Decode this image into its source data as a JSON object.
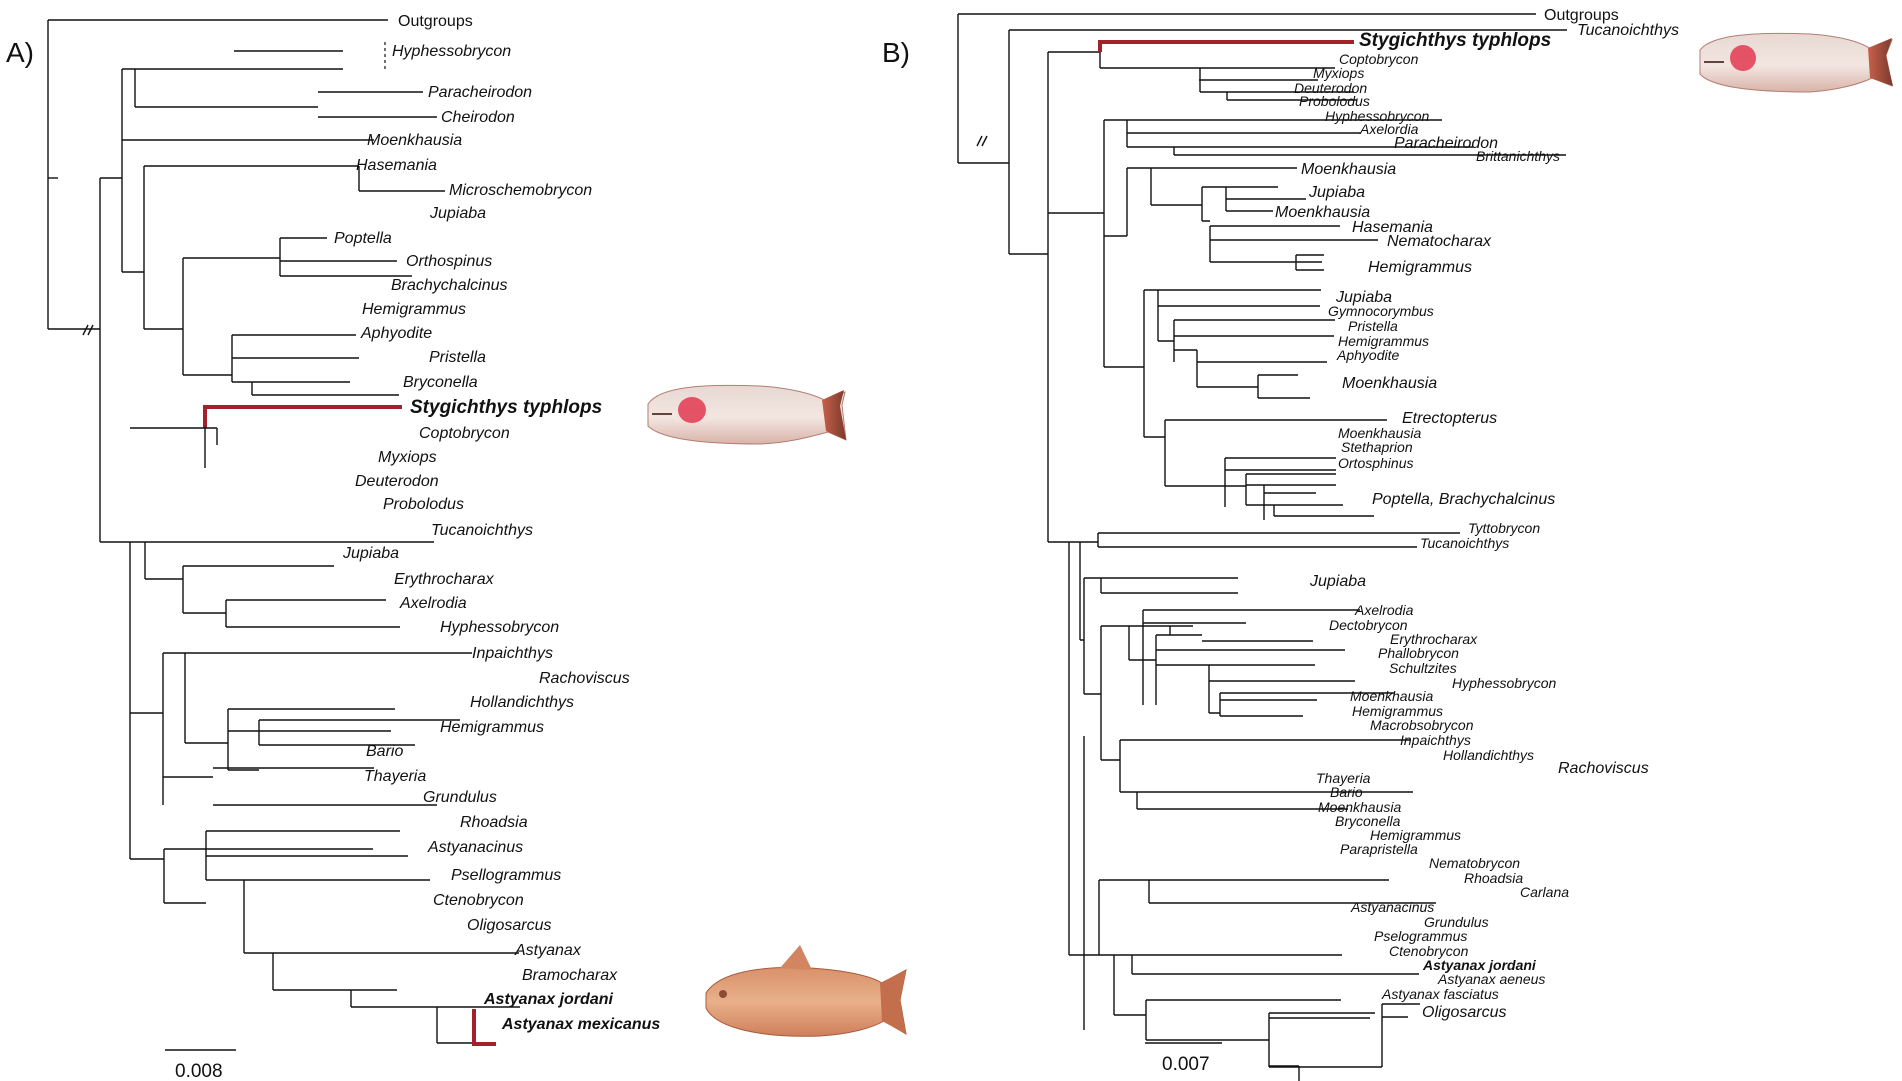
{
  "panelA": {
    "label": "A)",
    "scale": "0.008",
    "outgroups": "Outgroups",
    "taxa": [
      "Hyphessobrycon",
      "Paracheirodon",
      "Cheirodon",
      "Moenkhausia",
      "Hasemania",
      "Microschemobrycon",
      "Jupiaba",
      "Poptella",
      "Orthospinus",
      "Brachychalcinus",
      "Hemigrammus",
      "Aphyodite",
      "Pristella",
      "Bryconella",
      "Stygichthys typhlops",
      "Coptobrycon",
      "Myxiops",
      "Deuterodon",
      "Probolodus",
      "Tucanoichthys",
      "Jupiaba",
      "Erythrocharax",
      "Axelrodia",
      "Hyphessobrycon",
      "Inpaichthys",
      "Rachoviscus",
      "Hollandichthys",
      "Hemigrammus",
      "Bario",
      "Thayeria",
      "Grundulus",
      "Rhoadsia",
      "Astyanacinus",
      "Psellogrammus",
      "Ctenobrycon",
      "Oligosarcus",
      "Astyanax",
      "Bramocharax",
      "Astyanax jordani",
      "Astyanax mexicanus"
    ]
  },
  "panelB": {
    "label": "B)",
    "scale": "0.007",
    "outgroups": "Outgroups",
    "taxa": [
      "Tucanoichthys",
      "Stygichthys typhlops",
      "Coptobrycon",
      "Myxiops",
      "Deuterodon",
      "Probolodus",
      "Hyphessobrycon",
      "Axelordia",
      "Paracheirodon",
      "Brittanichthys",
      "Moenkhausia",
      "Jupiaba",
      "Moenkhausia",
      "Hasemania",
      "Nematocharax",
      "Hemigrammus",
      "Jupiaba",
      "Gymnocorymbus",
      "Pristella",
      "Hemigrammus",
      "Aphyodite",
      "Moenkhausia",
      "Etrectopterus",
      "Moenkhausia",
      "Stethaprion",
      "Ortosphinus",
      "Poptella, Brachychalcinus",
      "Tyttobrycon",
      "Tucanoichthys",
      "Jupiaba",
      "Axelrodia",
      "Dectobrycon",
      "Erythrocharax",
      "Phallobrycon",
      "Schultzites",
      "Hyphessobrycon",
      "Moenkhausia",
      "Hemigrammus",
      "Macrobsobrycon",
      "Inpaichthys",
      "Hollandichthys",
      "Rachoviscus",
      "Thayeria",
      "Bario",
      "Moenkhausia",
      "Bryconella",
      "Hemigrammus",
      "Parapristella",
      "Nematobrycon",
      "Rhoadsia",
      "Carlana",
      "Astyanacinus",
      "Grundulus",
      "Pselogrammus",
      "Ctenobrycon",
      "Astyanax jordani",
      "Astyanax aeneus",
      "Astyanax fasciatus",
      "Oligosarcus"
    ]
  },
  "colors": {
    "highlight": "#a3212b",
    "text": "#111111"
  }
}
